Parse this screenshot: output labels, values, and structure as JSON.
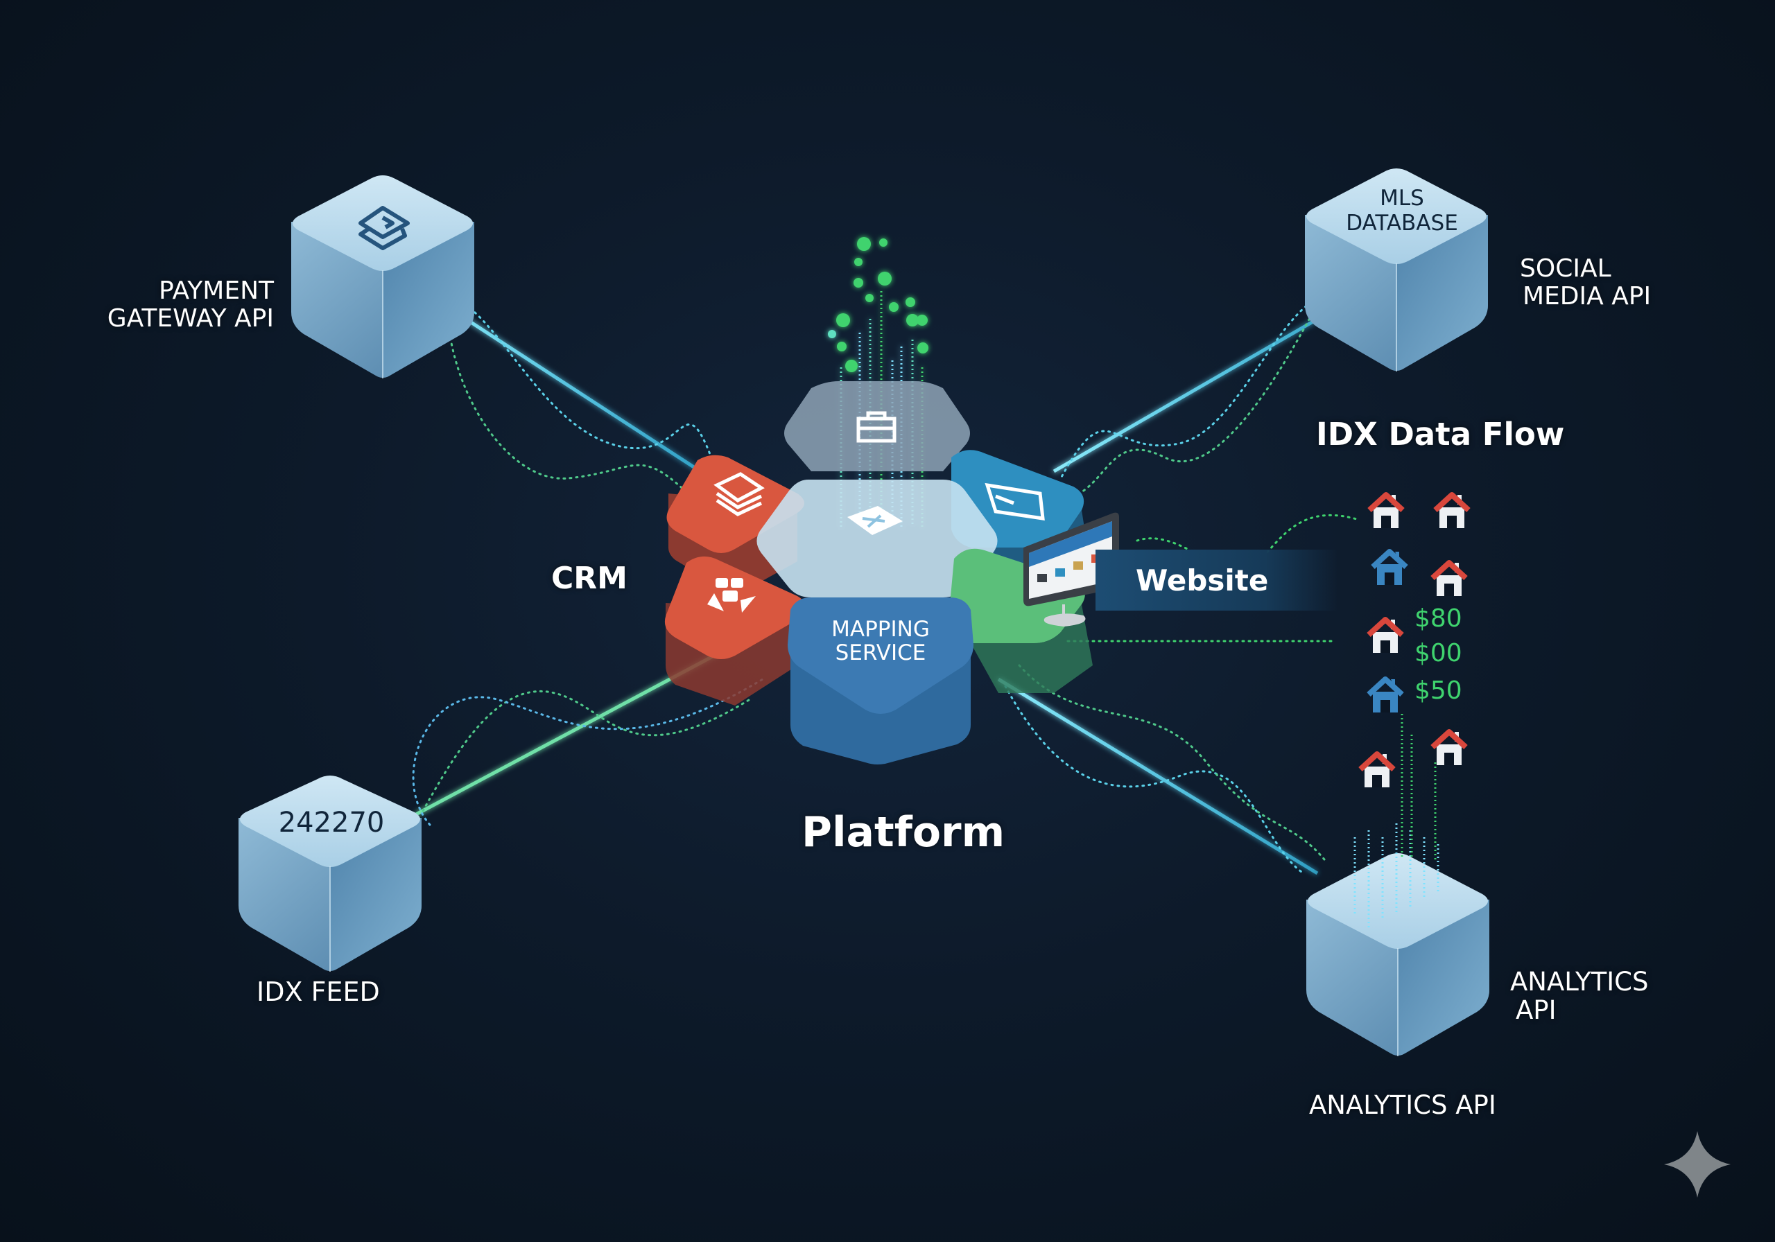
{
  "diagram": {
    "title": "Platform",
    "subtitle": "IDX Data Flow",
    "colors": {
      "background": "#0b1624",
      "cube_light": "#b9d9ec",
      "cube_dark": "#4f86ad",
      "crm_red": "#d9573f",
      "mapping_blue": "#3c7ab3",
      "teal_blue": "#2e8fc0",
      "green": "#5bbf7a",
      "flow_cyan": "#7fe3ff",
      "flow_green": "#3fd36e",
      "house_red": "#d9473c",
      "house_blue": "#3a86c2"
    },
    "external_nodes": [
      {
        "id": "payment",
        "label_line1": "PAYMENT",
        "label_line2": "GATEWAY API",
        "icon": "layers-icon"
      },
      {
        "id": "mls",
        "top_text_line1": "MLS",
        "top_text_line2": "DATABASE",
        "label_line1": "SOCIAL",
        "label_line2": "MEDIA API"
      },
      {
        "id": "idx",
        "top_text": "242270",
        "label": "IDX FEED"
      },
      {
        "id": "analytics",
        "label_line1": "ANALYTICS",
        "label_line2": "API",
        "label_bottom": "ANALYTICS API"
      }
    ],
    "platform_modules": [
      {
        "id": "top",
        "icon": "folder-icon",
        "color": "#8aa0b4"
      },
      {
        "id": "crm-top",
        "icon": "stacked-cards-icon",
        "color": "#d9573f"
      },
      {
        "id": "center",
        "icon": "network-card-icon",
        "color": "#c7e2f1"
      },
      {
        "id": "upper-right",
        "icon": "map-icon",
        "color": "#2e8fc0"
      },
      {
        "id": "crm-bottom",
        "icon": "people-icon",
        "color": "#d9573f"
      },
      {
        "id": "mapping",
        "label_line1": "MAPPING",
        "label_line2": "SERVICE",
        "color": "#3c7ab3"
      },
      {
        "id": "website-module",
        "icon": "monitor-icon",
        "color": "#5bbf7a"
      }
    ],
    "labels": {
      "crm": "CRM",
      "website": "Website"
    },
    "listings": {
      "prices": [
        "$80",
        "$00",
        "$50"
      ],
      "houses": [
        {
          "color": "red"
        },
        {
          "color": "red"
        },
        {
          "color": "blue"
        },
        {
          "color": "red"
        },
        {
          "color": "red"
        },
        {
          "color": "blue"
        },
        {
          "color": "red"
        },
        {
          "color": "red"
        }
      ]
    },
    "watermark_icon": "sparkle-icon"
  }
}
